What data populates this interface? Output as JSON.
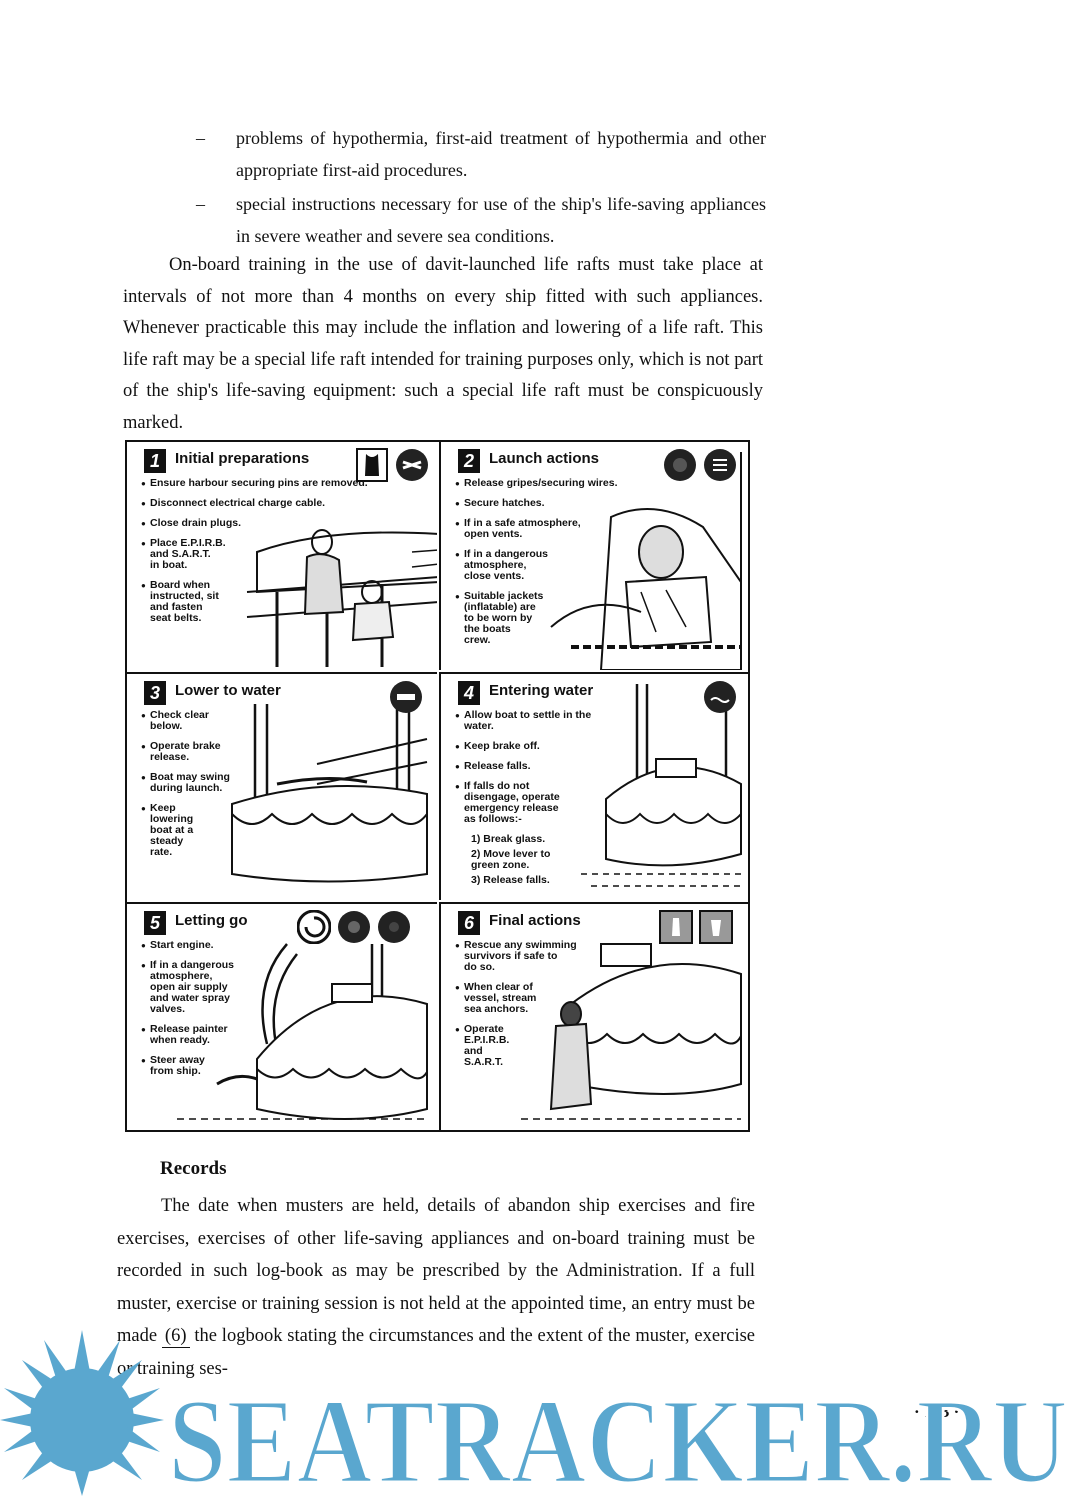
{
  "bullets": [
    "problems of hypothermia, first-aid treatment of hypothermia and other appropriate first-aid procedures.",
    "special instructions necessary for use of the ship's life-saving appliances in severe weather and severe sea conditions."
  ],
  "paragraph_training": "On-board training in the use of davit-launched life rafts must take place at intervals of not more than 4 months on every ship fitted with such appliances. Whenever practicable this may include the inflation and lowering of a life raft. This life raft may be a special life raft intended for training purposes only, which is not part of the ship's life-saving equipment: such a special life raft must be conspicuously marked.",
  "figure": {
    "panels": [
      {
        "num": "1",
        "title": "Initial preparations",
        "items": [
          "Ensure harbour securing pins are removed.",
          "Disconnect electrical charge cable.",
          "Close drain plugs.",
          "Place E.P.I.R.B.\nand S.A.R.T.\nin boat.",
          "Board when\ninstructed, sit\nand fasten\nseat belts."
        ]
      },
      {
        "num": "2",
        "title": "Launch actions",
        "items": [
          "Release gripes/securing wires.",
          "Secure hatches.",
          "If in a safe atmosphere,\nopen vents.",
          "If in a dangerous\natmosphere,\nclose vents.",
          "Suitable jackets\n(inflatable) are\nto be worn by\nthe boats\ncrew."
        ]
      },
      {
        "num": "3",
        "title": "Lower to water",
        "items": [
          "Check clear\nbelow.",
          "Operate brake\nrelease.",
          "Boat may swing\nduring launch.",
          "Keep\nlowering\nboat at a\nsteady\nrate."
        ]
      },
      {
        "num": "4",
        "title": "Entering water",
        "items": [
          "Allow boat to settle in the\nwater.",
          "Keep brake off.",
          "Release falls.",
          "If falls do not\ndisengage, operate\nemergency release\nas follows:-"
        ],
        "subitems": [
          "1) Break glass.",
          "2) Move lever to\ngreen zone.",
          "3) Release falls."
        ]
      },
      {
        "num": "5",
        "title": "Letting go",
        "items": [
          "Start engine.",
          "If in a dangerous\natmosphere,\nopen air supply\nand water spray\nvalves.",
          "Release painter\nwhen ready.",
          "Steer away\nfrom ship."
        ]
      },
      {
        "num": "6",
        "title": "Final actions",
        "items": [
          "Rescue any swimming\nsurvivors if safe to\ndo so.",
          "When clear of\nvessel, stream\nsea anchors.",
          "Operate\nE.P.I.R.B.\nand\nS.A.R.T."
        ]
      }
    ]
  },
  "records": {
    "heading": "Records",
    "text_before_blank": "The date when musters are held, details of abandon ship exercises and fire exercises, exercises of other life-saving appliances and on-board training must be recorded in such log-book as may be prescribed by the Administration. If a full muster, exercise or training session is not held at the appointed time, an entry must be made ",
    "blank": "(6)",
    "text_after_blank": " the logbook stating the circumstances and the extent of the muster, exercise or training ses-"
  },
  "page_number": "· 133 ·",
  "watermark": {
    "text": "SEATRACKER.RU",
    "color": "#5aa7cf"
  }
}
